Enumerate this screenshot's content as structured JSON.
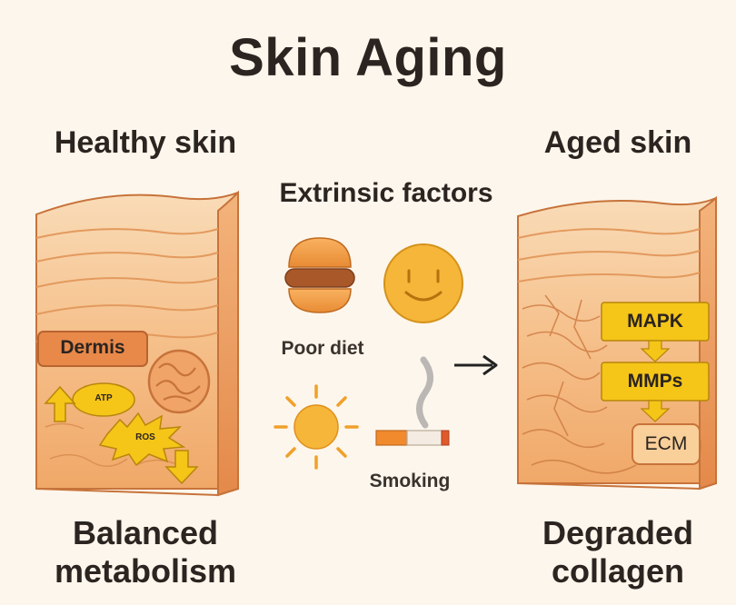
{
  "title": "Skin Aging",
  "left_panel": {
    "heading": "Healthy skin",
    "dermis_label": "Dermis",
    "atp_label": "ATP",
    "ros_label": "ROS",
    "caption_line1": "Balanced",
    "caption_line2": "metabolism"
  },
  "middle_panel": {
    "heading": "Extrinsic factors",
    "poor_diet_label": "Poor diet",
    "smoking_label": "Smoking"
  },
  "right_panel": {
    "heading": "Aged skin",
    "pathway": [
      "MAPK",
      "MMPs",
      "ECM"
    ],
    "caption_line1": "Degraded",
    "caption_line2": "collagen"
  },
  "colors": {
    "skin_light": "#f8d2a6",
    "skin_mid": "#f2b47a",
    "skin_dark": "#e48a4c",
    "outline": "#c7733a",
    "yellow": "#f5c518",
    "background": "#fdf6ec"
  },
  "icons": [
    "burger-icon",
    "smiley-icon",
    "sun-icon",
    "cigarette-icon",
    "smoke-icon",
    "arrow-right-icon",
    "arrow-up-icon",
    "arrow-down-icon",
    "mitochondrion-icon"
  ]
}
